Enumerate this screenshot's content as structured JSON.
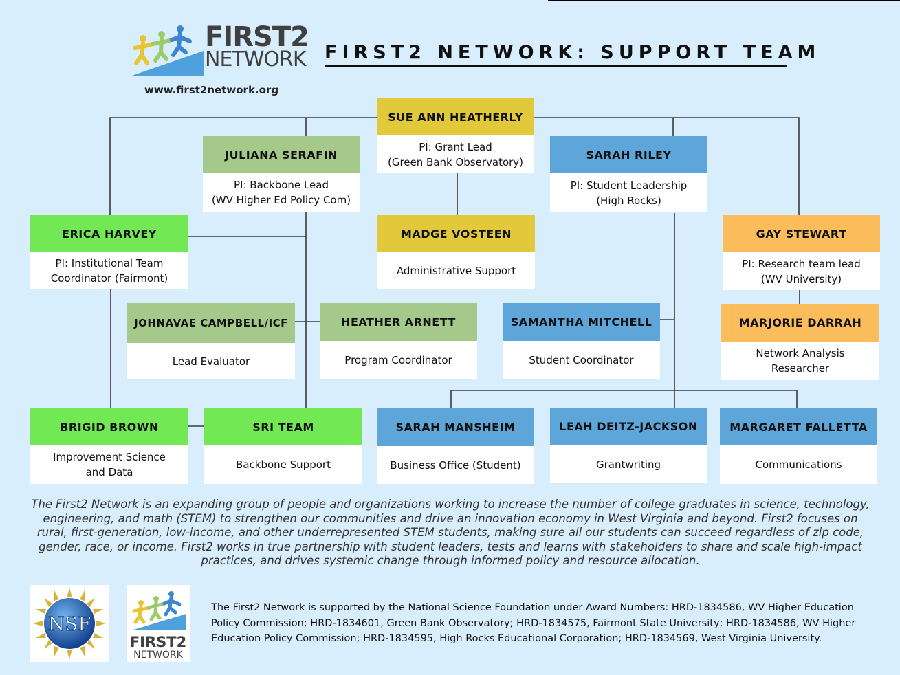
{
  "header": {
    "logo_line1": "FIRST2",
    "logo_line2": "NETWORK",
    "website": "www.first2network.org",
    "title": "FIRST2 NETWORK: SUPPORT TEAM"
  },
  "colors": {
    "background": "#d9eefc",
    "gold": "#e2c93c",
    "sage": "#a5c98a",
    "blue": "#5ea6da",
    "green": "#72e854",
    "orange": "#fbbd5b",
    "line": "#333333"
  },
  "org_chart": {
    "nodes": [
      {
        "id": "sue",
        "name": "SUE ANN HEATHERLY",
        "role": "PI: Grant Lead\n(Green Bank Observatory)",
        "color": "gold"
      },
      {
        "id": "juliana",
        "name": "JULIANA SERAFIN",
        "role": "PI: Backbone Lead\n(WV Higher Ed Policy Com)",
        "color": "sage"
      },
      {
        "id": "sarahr",
        "name": "SARAH RILEY",
        "role": "PI: Student Leadership\n(High Rocks)",
        "color": "blue"
      },
      {
        "id": "erica",
        "name": "ERICA HARVEY",
        "role": "PI: Institutional Team\nCoordinator (Fairmont)",
        "color": "green"
      },
      {
        "id": "madge",
        "name": "MADGE VOSTEEN",
        "role": "Administrative Support",
        "color": "gold"
      },
      {
        "id": "gay",
        "name": "GAY STEWART",
        "role": "PI: Research team lead\n(WV University)",
        "color": "orange"
      },
      {
        "id": "johnavae",
        "name": "JOHNAVAE CAMPBELL/ICF",
        "role": "Lead Evaluator",
        "color": "sage"
      },
      {
        "id": "heather",
        "name": "HEATHER ARNETT",
        "role": "Program Coordinator",
        "color": "sage"
      },
      {
        "id": "samantha",
        "name": "SAMANTHA MITCHELL",
        "role": "Student Coordinator",
        "color": "blue"
      },
      {
        "id": "marjorie",
        "name": "MARJORIE DARRAH",
        "role": "Network Analysis\nResearcher",
        "color": "orange"
      },
      {
        "id": "brigid",
        "name": "BRIGID BROWN",
        "role": "Improvement Science\nand Data",
        "color": "green"
      },
      {
        "id": "sri",
        "name": "SRI TEAM",
        "role": "Backbone Support",
        "color": "green"
      },
      {
        "id": "mansheim",
        "name": "SARAH MANSHEIM",
        "role": "Business Office (Student)",
        "color": "blue"
      },
      {
        "id": "leah",
        "name": "LEAH DEITZ-JACKSON",
        "role": "Grantwriting",
        "color": "blue"
      },
      {
        "id": "margaret",
        "name": "MARGARET FALLETTA",
        "role": "Communications",
        "color": "blue"
      }
    ]
  },
  "mission": "The First2 Network is an expanding group of people and organizations working to increase the number of college graduates in science, technology, engineering, and math (STEM) to strengthen our communities and drive an innovation economy in West Virginia and beyond. First2 focuses on rural, first-generation, low-income, and other underrepresented STEM students, making sure all our students can succeed regardless of zip code, gender, race, or income. First2 works in true partnership with student leaders, tests and learns with stakeholders to share and scale high-impact practices, and drives systemic change through informed policy and resource allocation.",
  "footer": {
    "nsf_label": "NSF",
    "logo_line1": "FIRST2",
    "logo_line2": "NETWORK",
    "funding": "The First2 Network is supported by the National Science Foundation under Award Numbers: HRD-1834586, WV Higher Education Policy Commission; HRD-1834601, Green Bank Observatory; HRD-1834575, Fairmont State University; HRD-1834586, WV Higher Education Policy Commission; HRD-1834595, High Rocks Educational Corporation; HRD-1834569, West Virginia University."
  }
}
